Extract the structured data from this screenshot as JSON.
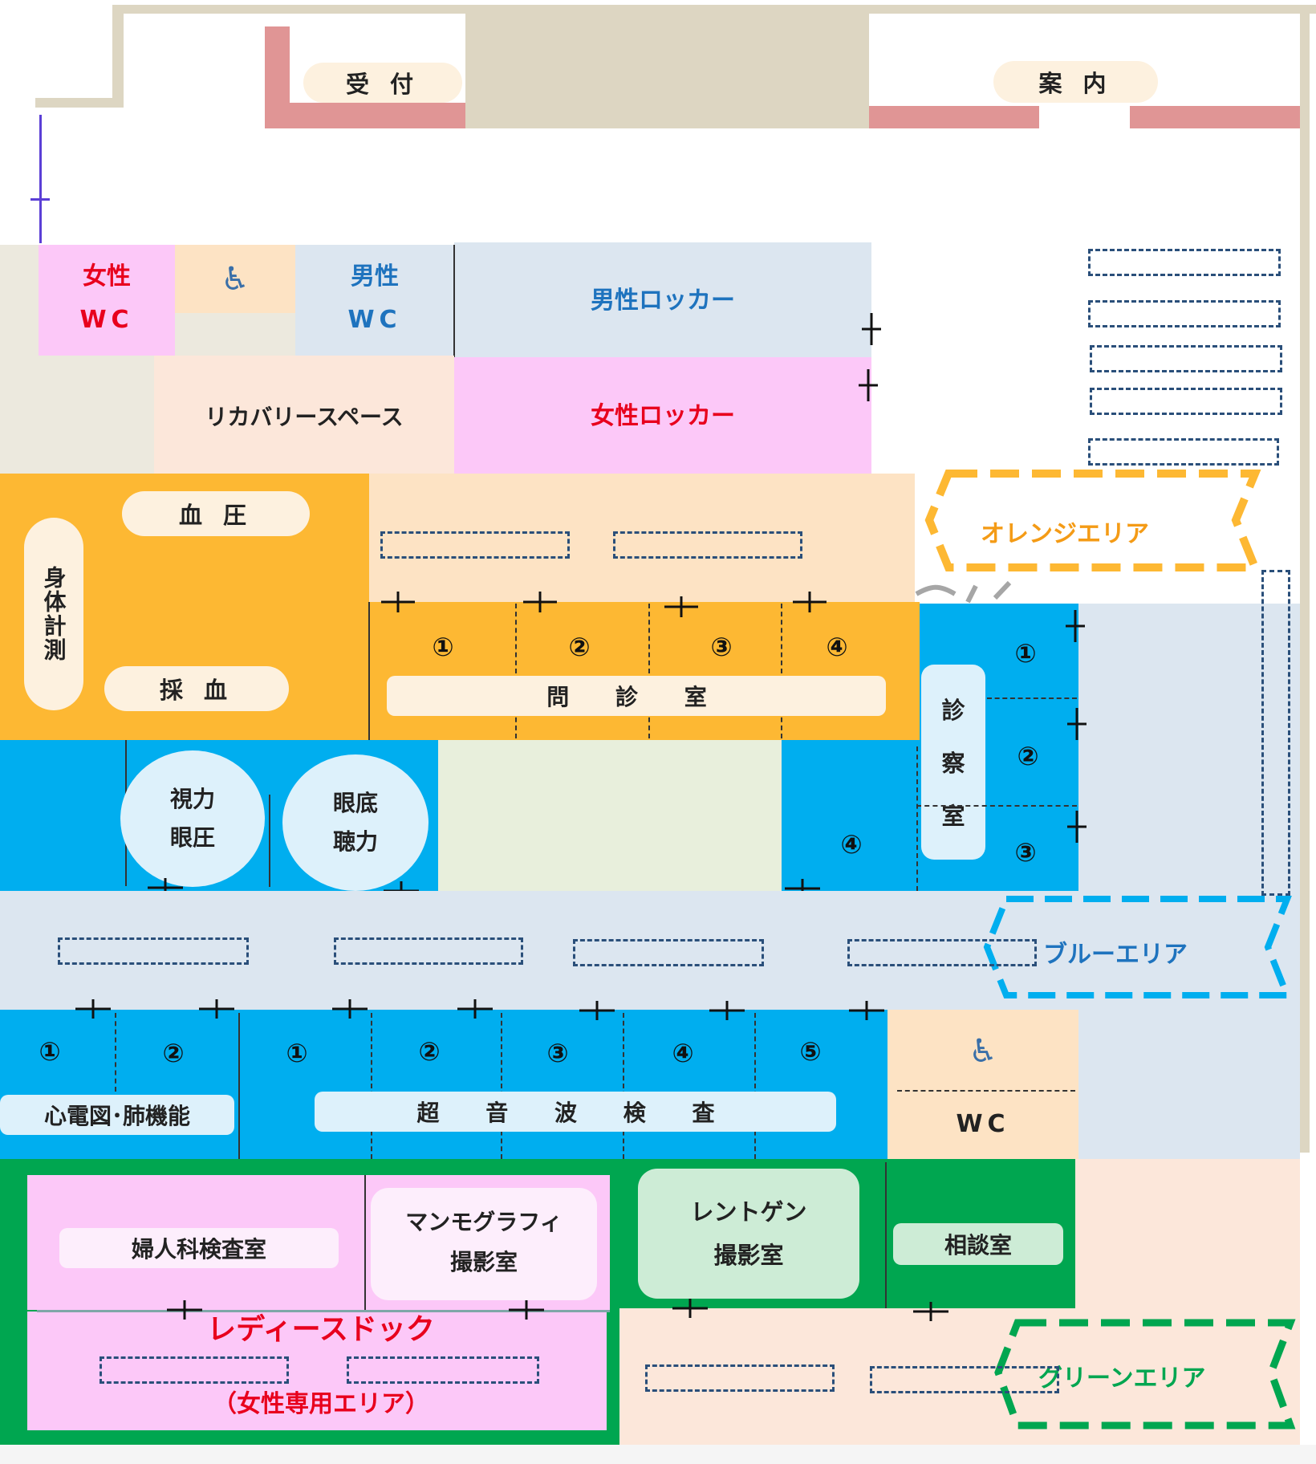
{
  "colors": {
    "orange": "#fdb833",
    "blue": "#00aeef",
    "green": "#00a650",
    "light_blue": "#dce6f0",
    "pink": "#fcc8f8",
    "peach": "#fde3c4",
    "cream": "#fce7da",
    "beige": "#ddd6c2",
    "wall_red": "#e09595",
    "sage": "#e8efdc",
    "label_bg": "#ddf1fb",
    "red_text": "#e8001d",
    "blue_text": "#1e73be",
    "orange_text": "#f49b16"
  },
  "entrance": {
    "reception": "受 付",
    "information": "案 内"
  },
  "facilities": {
    "female_wc": [
      "女性",
      "WC"
    ],
    "male_wc": [
      "男性",
      "WC"
    ],
    "accessible_icon": "wheelchair-icon",
    "male_locker": "男性ロッカー",
    "female_locker": "女性ロッカー",
    "recovery_space": "リカバリースペース",
    "wc": "WC"
  },
  "orange_area": {
    "name": "オレンジエリア",
    "body_measurement": "身体計測",
    "blood_pressure": "血 圧",
    "blood_draw": "採 血",
    "consultation_room": "問 診 室",
    "room_numbers": [
      "①",
      "②",
      "③",
      "④"
    ]
  },
  "blue_area": {
    "name": "ブルーエリア",
    "vision": [
      "視力",
      "眼圧"
    ],
    "fundus": [
      "眼底",
      "聴力"
    ],
    "exam_room": [
      "診",
      "察",
      "室"
    ],
    "exam_numbers": [
      "①",
      "②",
      "③",
      "④"
    ],
    "ecg_lung": "心電図･肺機能",
    "ecg_numbers": [
      "①",
      "②"
    ],
    "ultrasound": "超 音 波 検 査",
    "ultrasound_numbers": [
      "①",
      "②",
      "③",
      "④",
      "⑤"
    ]
  },
  "green_area": {
    "name": "グリーンエリア",
    "xray": [
      "レントゲン",
      "撮影室"
    ],
    "counseling": "相談室"
  },
  "ladies_dock": {
    "title": "レディースドック",
    "subtitle": "（女性専用エリア）",
    "gynecology": "婦人科検査室",
    "mammography": [
      "マンモグラフィ",
      "撮影室"
    ]
  }
}
